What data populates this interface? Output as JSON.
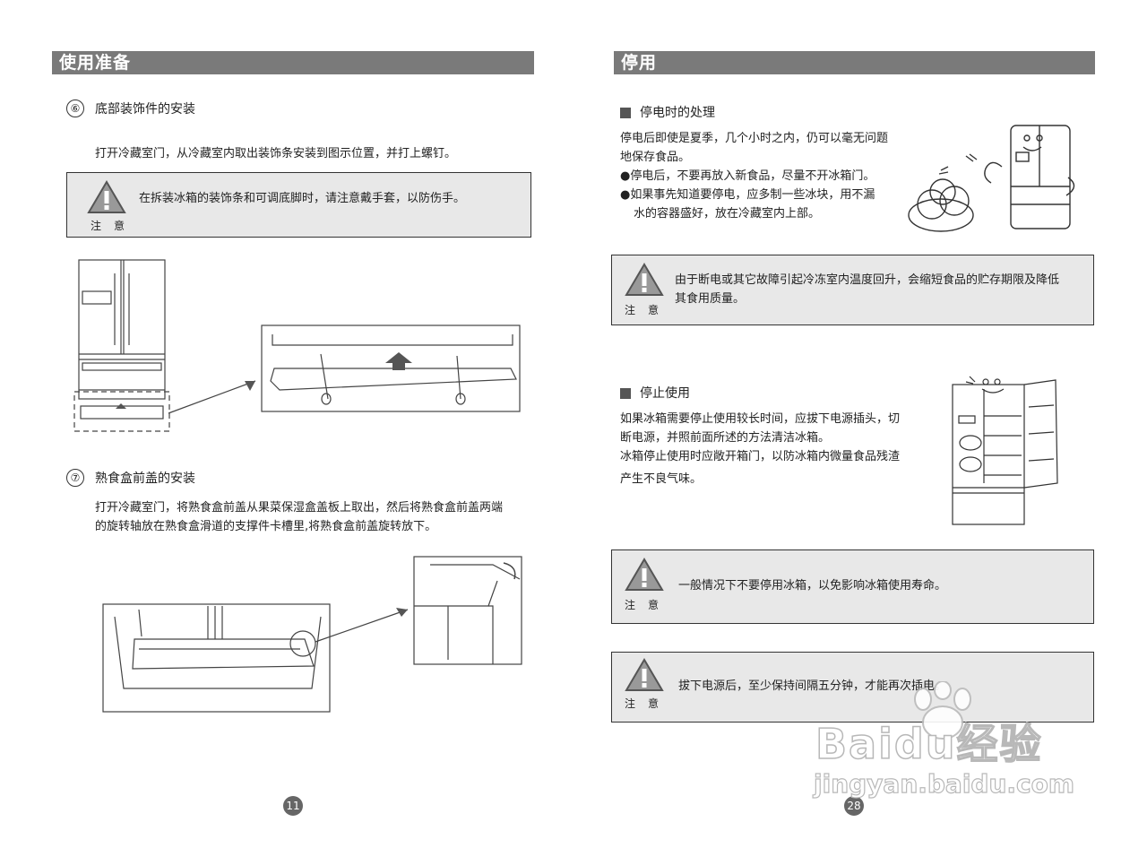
{
  "left": {
    "header": "使用准备",
    "section6": {
      "num": "⑥",
      "title": "底部装饰件的安装",
      "text": "打开冷藏室门，从冷藏室内取出装饰条安装到图示位置，并打上螺钉。",
      "note": {
        "label": "注意",
        "text": "在拆装冰箱的装饰条和可调底脚时，请注意戴手套，以防伤手。"
      }
    },
    "section7": {
      "num": "⑦",
      "title": "熟食盒前盖的安装",
      "lines": [
        "打开冷藏室门，将熟食盒前盖从果菜保湿盒盖板上取出，然后将熟食盒前盖两端",
        "的旋转轴放在熟食盒滑道的支撑件卡槽里,将熟食盒前盖旋转放下。"
      ]
    },
    "page_number": "11"
  },
  "right": {
    "header": "停用",
    "power": {
      "title": "停电时的处理",
      "lines": [
        "停电后即使是夏季，几个小时之内，仍可以毫无问题",
        "地保存食品。",
        "●停电后，不要再放入新食品，尽量不开冰箱门。",
        "●如果事先知道要停电，应多制一些冰块，用不漏",
        "水的容器盛好，放在冷藏室内上部。"
      ],
      "note": {
        "label": "注意",
        "lines": [
          "由于断电或其它故障引起冷冻室内温度回升，会缩短食品的贮存期限及降低",
          "其食用质量。"
        ]
      }
    },
    "stop": {
      "title": "停止使用",
      "lines": [
        "如果冰箱需要停止使用较长时间，应拔下电源插头，切",
        "断电源，并照前面所述的方法清洁冰箱。",
        "冰箱停止使用时应敞开箱门，以防冰箱内微量食品残渣",
        "产生不良气味。"
      ]
    },
    "note2": {
      "label": "注意",
      "text": "一般情况下不要停用冰箱，以免影响冰箱使用寿命。"
    },
    "note3": {
      "label": "注意",
      "text": "拔下电源后，至少保持间隔五分钟，才能再次插电。"
    },
    "page_number": "28"
  },
  "watermark": {
    "brand": "Baidu经验",
    "url": "jingyan.baidu.com"
  },
  "colors": {
    "header_band": "#7a7a7a",
    "note_bg": "#e8e8e8",
    "text": "#222222"
  },
  "icons": [
    "warning-triangle-icon",
    "refrigerator-illustration",
    "arrow-icon",
    "baidu-paw-logo"
  ]
}
